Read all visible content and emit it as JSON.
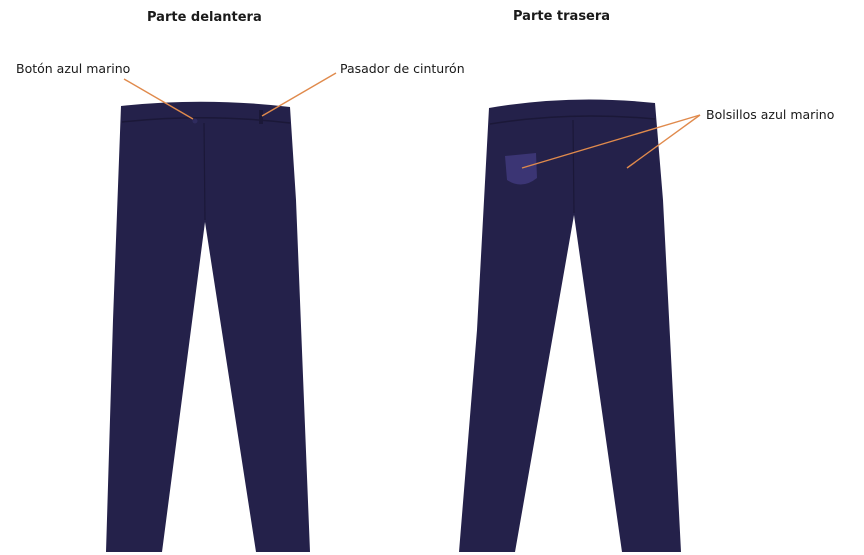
{
  "front": {
    "title": "Parte delantera",
    "labels": {
      "button": "Botón azul marino",
      "belt_loop": "Pasador de cinturón"
    }
  },
  "back": {
    "title": "Parte trasera",
    "labels": {
      "pockets": "Bolsillos azul marino"
    }
  },
  "colors": {
    "garment": "#24214a",
    "garment_shadow": "#1b1838",
    "pocket": "#3b3574",
    "leader_line": "#e08a4c",
    "text": "#1a1a1a"
  }
}
